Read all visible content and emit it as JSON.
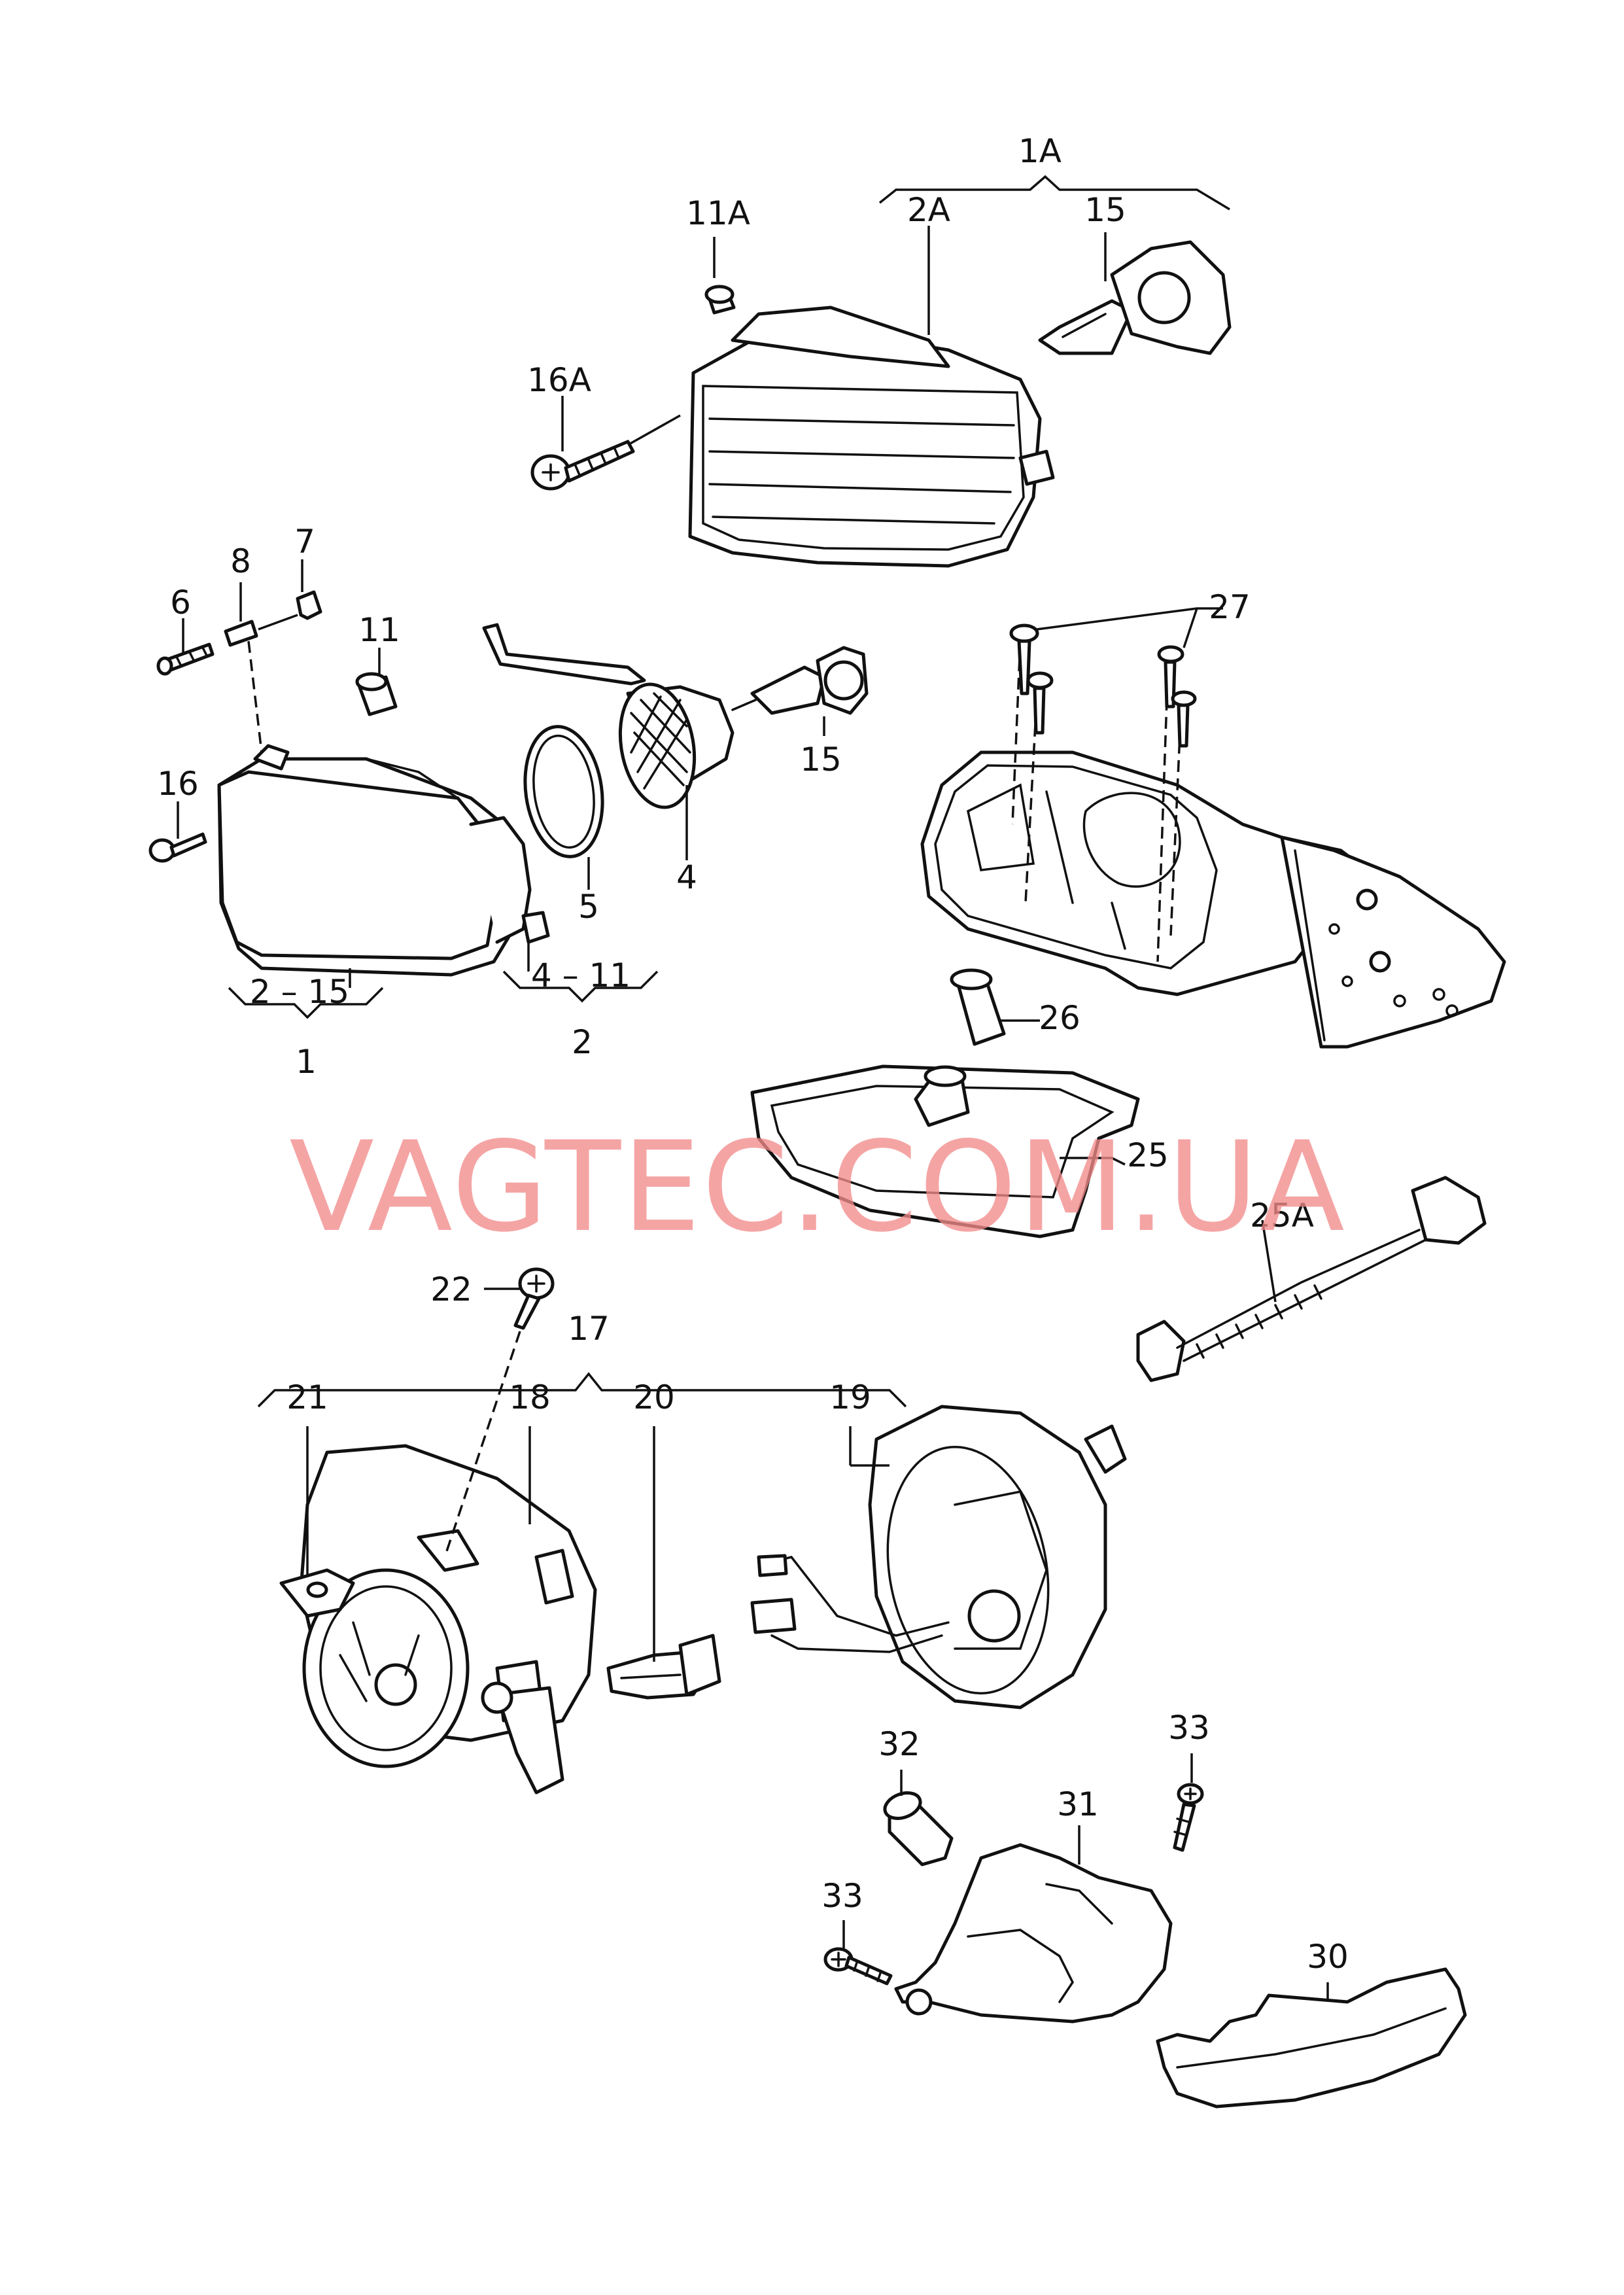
{
  "labels": {
    "l1A": "1A",
    "l2A": "2A",
    "l15a": "15",
    "l11A": "11A",
    "l16A": "16A",
    "l6": "6",
    "l7": "7",
    "l8": "8",
    "l11": "11",
    "l15b": "15",
    "l16": "16",
    "l5": "5",
    "l4": "4",
    "l2_15": "2 – 15",
    "l1": "1",
    "l4_11": "4 – 11",
    "l2": "2",
    "l27": "27",
    "l26": "26",
    "l25": "25",
    "l25A": "25A",
    "l22": "22",
    "l17": "17",
    "l21": "21",
    "l18": "18",
    "l20": "20",
    "l19": "19",
    "l32": "32",
    "l31": "31",
    "l33a": "33",
    "l33b": "33",
    "l30": "30"
  },
  "watermark": "VAGTEC.COM.UA",
  "colors": {
    "line": "#111111",
    "watermark": "#f28a8a",
    "background": "#ffffff"
  }
}
